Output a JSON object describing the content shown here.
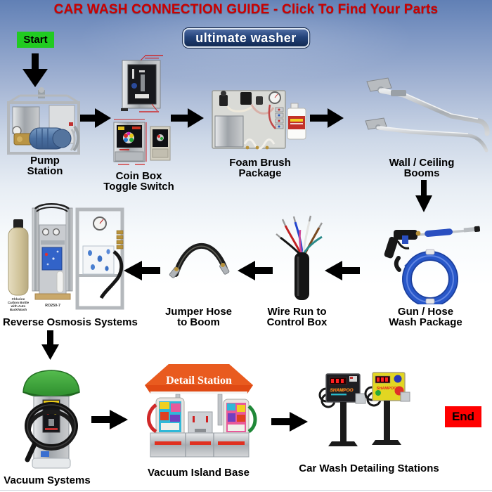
{
  "title": "CAR WASH CONNECTION GUIDE - Click To Find Your Parts",
  "logo_text": "ultimate washer",
  "flow": {
    "start_label": "Start",
    "end_label": "End",
    "sequence": [
      "Pump Station",
      "Coin Box Toggle Switch",
      "Foam Brush Package",
      "Wall / Ceiling Booms",
      "Gun / Hose Wash Package",
      "Wire Run to Control Box",
      "Jumper Hose to Boom",
      "Reverse Osmosis Systems",
      "Vacuum Systems",
      "Vacuum Island Base",
      "Car Wash Detailing Stations"
    ]
  },
  "nodes": [
    {
      "id": "pump-station",
      "lines": [
        "Pump",
        "Station"
      ]
    },
    {
      "id": "coin-box-toggle-switch",
      "lines": [
        "Coin Box",
        "Toggle Switch"
      ]
    },
    {
      "id": "foam-brush-package",
      "lines": [
        "Foam Brush",
        "Package"
      ]
    },
    {
      "id": "wall-ceiling-booms",
      "lines": [
        "Wall / Ceiling",
        "Booms"
      ]
    },
    {
      "id": "gun-hose-wash-package",
      "lines": [
        "Gun / Hose",
        "Wash Package"
      ]
    },
    {
      "id": "wire-run-to-control-box",
      "lines": [
        "Wire Run to",
        "Control Box"
      ]
    },
    {
      "id": "jumper-hose-to-boom",
      "lines": [
        "Jumper Hose",
        "to Boom"
      ]
    },
    {
      "id": "reverse-osmosis-systems",
      "lines": [
        "Reverse Osmosis Systems"
      ]
    },
    {
      "id": "vacuum-systems",
      "lines": [
        "Vacuum Systems"
      ]
    },
    {
      "id": "vacuum-island-base",
      "lines": [
        "Vacuum Island Base"
      ]
    },
    {
      "id": "car-wash-detailing-stations",
      "lines": [
        "Car Wash Detailing Stations"
      ]
    }
  ],
  "captions": {
    "ro_bottle_lines": [
      "Chlorine",
      "Carbon Bottle",
      "with Auto",
      "Back/Wash"
    ],
    "ro_model": "RO250-7",
    "island_sign": "Detail Station",
    "station_sign": "SHAMPOO"
  },
  "colors": {
    "title": "#cc0000",
    "start_bg": "#21cb21",
    "end_bg": "#ff0000",
    "logo_bg": "#1c3a6b",
    "arrow": "#000000",
    "canopy": "#e04a14"
  }
}
